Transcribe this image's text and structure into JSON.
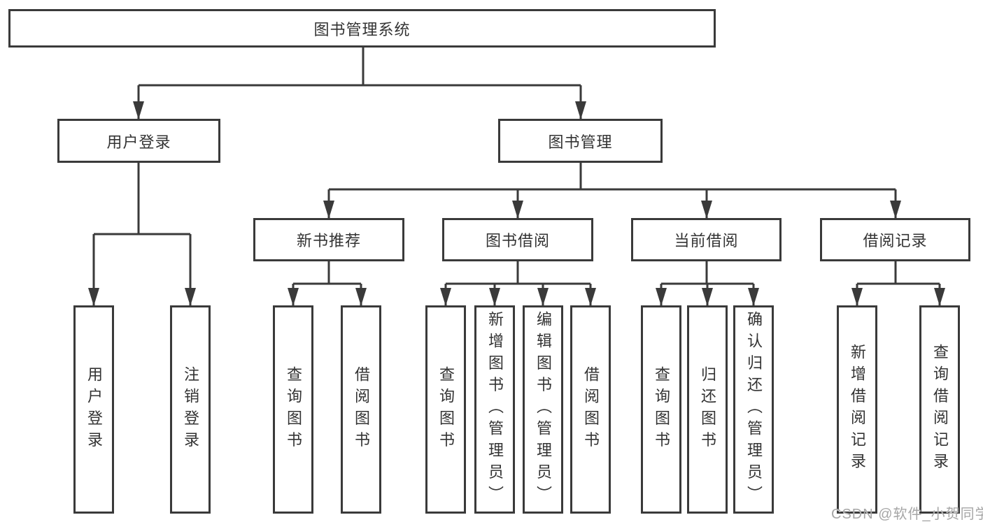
{
  "tree": {
    "label": "图书管理系统",
    "children": [
      {
        "label": "用户登录",
        "children": [
          {
            "label": "用户登录"
          },
          {
            "label": "注销登录"
          }
        ]
      },
      {
        "label": "图书管理",
        "children": [
          {
            "label": "新书推荐",
            "children": [
              {
                "label": "查询图书"
              },
              {
                "label": "借阅图书"
              }
            ]
          },
          {
            "label": "图书借阅",
            "children": [
              {
                "label": "查询图书"
              },
              {
                "label": "新增图书（管理员）"
              },
              {
                "label": "编辑图书（管理员）"
              },
              {
                "label": "借阅图书"
              }
            ]
          },
          {
            "label": "当前借阅",
            "children": [
              {
                "label": "查询图书"
              },
              {
                "label": "归还图书"
              },
              {
                "label": "确认归还（管理员）"
              }
            ]
          },
          {
            "label": "借阅记录",
            "children": [
              {
                "label": "新增借阅记录"
              },
              {
                "label": "查询借阅记录"
              }
            ]
          }
        ]
      }
    ]
  },
  "watermark": {
    "text": "CSDN @软件_小贺同学"
  },
  "colors": {
    "line": "#3a3a3a",
    "text": "#333333",
    "watermark": "#a6a6a6",
    "background": "#ffffff"
  }
}
